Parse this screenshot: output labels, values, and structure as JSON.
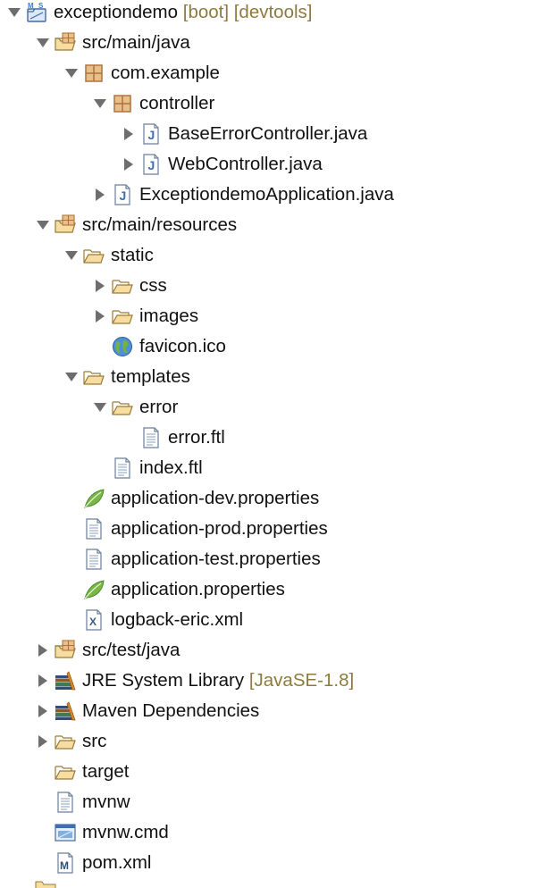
{
  "explorer": {
    "items": [
      {
        "label": "exceptiondemo",
        "decoration": " [boot] [devtools]",
        "icon": "project",
        "expand": "open",
        "level": 0
      },
      {
        "label": "src/main/java",
        "icon": "source-folder",
        "expand": "open",
        "level": 1
      },
      {
        "label": "com.example",
        "icon": "package",
        "expand": "open",
        "level": 2
      },
      {
        "label": "controller",
        "icon": "package",
        "expand": "open",
        "level": 3
      },
      {
        "label": "BaseErrorController.java",
        "icon": "java-file",
        "expand": "closed",
        "level": 4
      },
      {
        "label": "WebController.java",
        "icon": "java-file",
        "expand": "closed",
        "level": 4
      },
      {
        "label": "ExceptiondemoApplication.java",
        "icon": "java-file",
        "expand": "closed",
        "level": 3
      },
      {
        "label": "src/main/resources",
        "icon": "source-folder",
        "expand": "open",
        "level": 1
      },
      {
        "label": "static",
        "icon": "folder",
        "expand": "open",
        "level": 2
      },
      {
        "label": "css",
        "icon": "folder",
        "expand": "closed",
        "level": 3
      },
      {
        "label": "images",
        "icon": "folder",
        "expand": "closed",
        "level": 3
      },
      {
        "label": "favicon.ico",
        "icon": "globe",
        "expand": "none",
        "level": 3
      },
      {
        "label": "templates",
        "icon": "folder",
        "expand": "open",
        "level": 2
      },
      {
        "label": "error",
        "icon": "folder",
        "expand": "open",
        "level": 3
      },
      {
        "label": "error.ftl",
        "icon": "text-file",
        "expand": "none",
        "level": 4
      },
      {
        "label": "index.ftl",
        "icon": "text-file",
        "expand": "none",
        "level": 3
      },
      {
        "label": "application-dev.properties",
        "icon": "spring-leaf",
        "expand": "none",
        "level": 2
      },
      {
        "label": "application-prod.properties",
        "icon": "text-file",
        "expand": "none",
        "level": 2
      },
      {
        "label": "application-test.properties",
        "icon": "text-file",
        "expand": "none",
        "level": 2
      },
      {
        "label": "application.properties",
        "icon": "spring-leaf",
        "expand": "none",
        "level": 2
      },
      {
        "label": "logback-eric.xml",
        "icon": "xml-file",
        "expand": "none",
        "level": 2
      },
      {
        "label": "src/test/java",
        "icon": "source-folder",
        "expand": "closed",
        "level": 1
      },
      {
        "label": "JRE System Library",
        "decoration": " [JavaSE-1.8]",
        "icon": "library",
        "expand": "closed",
        "level": 1
      },
      {
        "label": "Maven Dependencies",
        "icon": "library",
        "expand": "closed",
        "level": 1
      },
      {
        "label": "src",
        "icon": "folder",
        "expand": "closed",
        "level": 1
      },
      {
        "label": "target",
        "icon": "folder",
        "expand": "none",
        "level": 1
      },
      {
        "label": "mvnw",
        "icon": "text-file",
        "expand": "none",
        "level": 1
      },
      {
        "label": "mvnw.cmd",
        "icon": "cmd-file",
        "expand": "none",
        "level": 1
      },
      {
        "label": "pom.xml",
        "icon": "maven-file",
        "expand": "none",
        "level": 1
      }
    ]
  },
  "colors": {
    "folder": "#f1c573",
    "package": "#b1723b",
    "java": "#3d6fb5",
    "leaf": "#7ab648",
    "decoration": "#8f7a3c"
  }
}
